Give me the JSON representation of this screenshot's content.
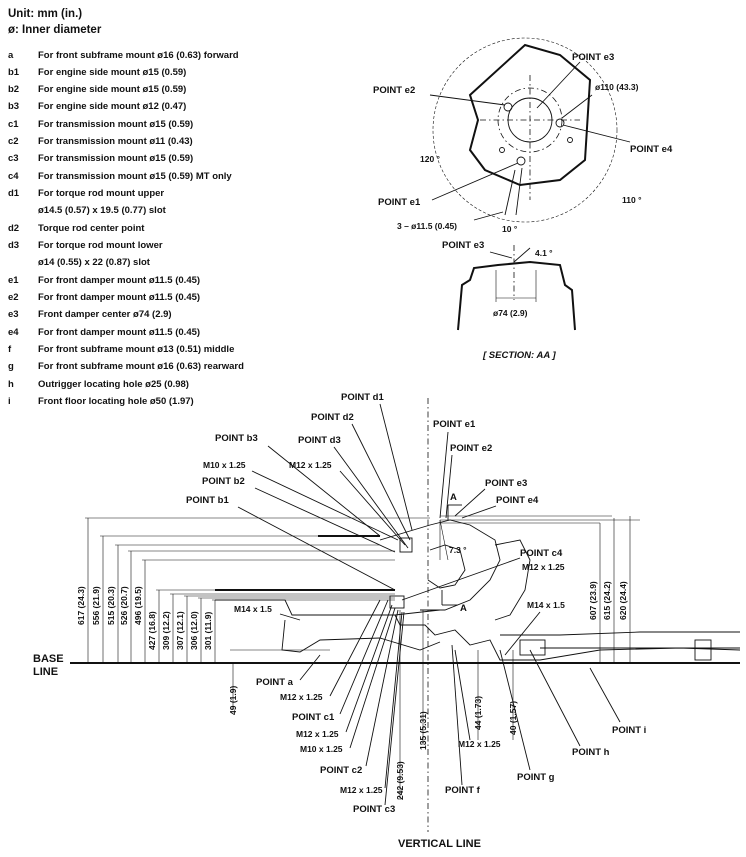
{
  "header": {
    "unit": "Unit: mm (in.)",
    "inner_diameter": "ø: Inner diameter"
  },
  "legend": [
    {
      "key": "a",
      "text": "For front subframe mount ø16 (0.63) forward"
    },
    {
      "key": "b1",
      "text": "For engine side mount ø15 (0.59)"
    },
    {
      "key": "b2",
      "text": "For engine side mount ø15 (0.59)"
    },
    {
      "key": "b3",
      "text": "For engine side mount ø12 (0.47)"
    },
    {
      "key": "c1",
      "text": "For transmission mount ø15 (0.59)"
    },
    {
      "key": "c2",
      "text": "For transmission mount ø11 (0.43)"
    },
    {
      "key": "c3",
      "text": "For transmission mount ø15 (0.59)"
    },
    {
      "key": "c4",
      "text": "For transmission mount ø15 (0.59) MT only"
    },
    {
      "key": "d1",
      "text": "For torque rod mount upper"
    },
    {
      "key": "",
      "text": "ø14.5 (0.57) x 19.5 (0.77) slot"
    },
    {
      "key": "d2",
      "text": "Torque rod center point"
    },
    {
      "key": "d3",
      "text": "For torque rod mount lower"
    },
    {
      "key": "",
      "text": "ø14 (0.55) x 22 (0.87) slot"
    },
    {
      "key": "e1",
      "text": "For front damper mount ø11.5 (0.45)"
    },
    {
      "key": "e2",
      "text": "For front damper mount ø11.5 (0.45)"
    },
    {
      "key": "e3",
      "text": "Front damper center ø74 (2.9)"
    },
    {
      "key": "e4",
      "text": "For front damper mount ø11.5 (0.45)"
    },
    {
      "key": "f",
      "text": "For front subframe mount ø13 (0.51) middle"
    },
    {
      "key": "g",
      "text": "For front subframe mount ø16 (0.63) rearward"
    },
    {
      "key": "h",
      "text": "Outrigger locating hole ø25 (0.98)"
    },
    {
      "key": "i",
      "text": "Front floor locating hole ø50 (1.97)"
    }
  ],
  "section": {
    "title": "[ SECTION: AA ]",
    "point_e1": "POINT e1",
    "point_e2": "POINT e2",
    "point_e3": "POINT e3",
    "point_e4": "POINT e4",
    "point_e3_lower": "POINT e3",
    "bolt_circle": "ø110 (43.3)",
    "angle_120": "120 °",
    "angle_110": "110 °",
    "angle_10": "10 °",
    "angle_4_1": "4.1 °",
    "holes": "3 – ø11.5 (0.45)",
    "center_dia": "ø74 (2.9)"
  },
  "main": {
    "points": {
      "d1": "POINT d1",
      "d2": "POINT d2",
      "d3": "POINT d3",
      "b1": "POINT b1",
      "b2": "POINT b2",
      "b3": "POINT b3",
      "e1": "POINT e1",
      "e2": "POINT e2",
      "e3": "POINT e3",
      "e4": "POINT e4",
      "c1": "POINT c1",
      "c2": "POINT c2",
      "c3": "POINT c3",
      "c4": "POINT c4",
      "a": "POINT a",
      "f": "POINT f",
      "g": "POINT g",
      "h": "POINT h",
      "i": "POINT i"
    },
    "threads": {
      "m10_top": "M10 x 1.25",
      "m12_top": "M12 x 1.25",
      "m14_left": "M14 x 1.5",
      "m14_right": "M14 x 1.5",
      "c4_thread": "M12 x 1.25",
      "a_thread": "M12 x 1.25",
      "c1_thread": "M12 x 1.25",
      "c1_m10": "M10 x 1.25",
      "c2_thread": "M12 x 1.25",
      "f_thread": "M12 x 1.25"
    },
    "base_line_1": "BASE",
    "base_line_2": "LINE",
    "vertical_line": "VERTICAL LINE",
    "angle_7_3": "7.3 °",
    "section_mark": "A",
    "dims_left": [
      "617 (24.3)",
      "556 (21.9)",
      "515 (20.3)",
      "526 (20.7)",
      "496 (19.5)",
      "427 (16.8)",
      "309 (12.2)",
      "307 (12.1)",
      "306 (12.0)",
      "301 (11.9)"
    ],
    "dims_right": [
      "607 (23.9)",
      "615 (24.2)",
      "620 (24.4)"
    ],
    "dims_bottom": [
      "49 (1.9)",
      "135 (5.31)",
      "242 (9.53)",
      "44 (1.73)",
      "40 (1.57)"
    ]
  }
}
